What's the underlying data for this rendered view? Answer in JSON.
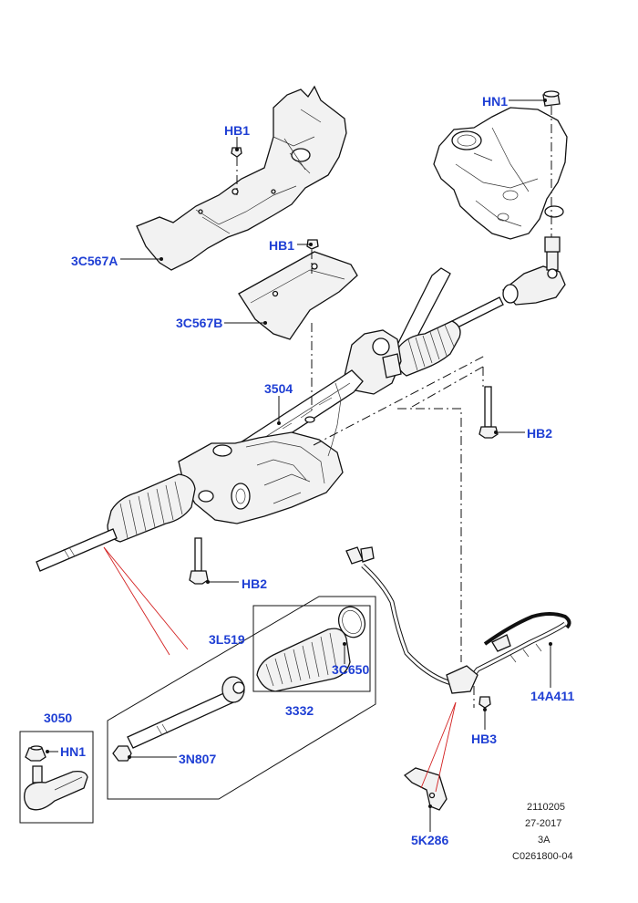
{
  "callouts": {
    "hn1_top": "HN1",
    "hb1_upper": "HB1",
    "hb1_lower": "HB1",
    "c3c567a": "3C567A",
    "c3c567b": "3C567B",
    "c3504": "3504",
    "hb2_right": "HB2",
    "hb2_left": "HB2",
    "c3l519": "3L519",
    "c3c650": "3C650",
    "c3332": "3332",
    "c3050": "3050",
    "hn1_box": "HN1",
    "c3n807": "3N807",
    "c14a411": "14A411",
    "hb3": "HB3",
    "c5k286": "5K286"
  },
  "meta": {
    "line1": "2110205",
    "line2": "27-2017",
    "line3": "3A",
    "line4": "C0261800-04"
  },
  "colors": {
    "callout": "#1f3fd4",
    "leader": "#111111",
    "red_leader": "#d31f1f"
  }
}
